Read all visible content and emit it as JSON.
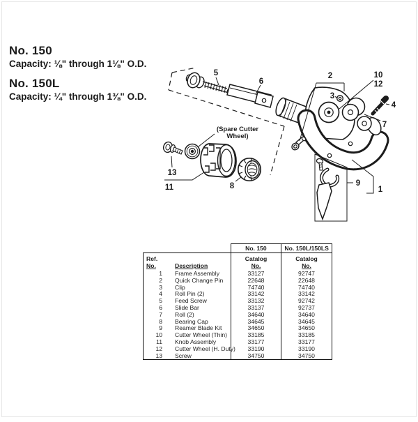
{
  "models": [
    {
      "name": "No. 150",
      "capacity": "Capacity: ⅛\" through 1⅛\" O.D."
    },
    {
      "name": "No. 150L",
      "capacity": "Capacity: ¼\" through 1⅜\" O.D."
    }
  ],
  "diagram": {
    "spare_label": [
      "(Spare Cutter",
      "Wheel)"
    ],
    "callouts": {
      "c1": "1",
      "c2": "2",
      "c3": "3",
      "c4": "4",
      "c5": "5",
      "c6": "6",
      "c7": "7",
      "c8": "8",
      "c9": "9",
      "c10": "10",
      "c11": "11",
      "c12": "12",
      "c13": "13"
    }
  },
  "table": {
    "model_headers": [
      "No. 150",
      "No. 150L/150LS"
    ],
    "head": {
      "ref_line1": "Ref.",
      "ref_line2": "No.",
      "description": "Description",
      "catalog": "Catalog",
      "catalog_no": "No."
    },
    "rows": [
      {
        "ref": "1",
        "description": "Frame Assembly",
        "cat150": "33127",
        "cat150l": "92747"
      },
      {
        "ref": "2",
        "description": "Quick Change Pin",
        "cat150": "22648",
        "cat150l": "22648"
      },
      {
        "ref": "3",
        "description": "Clip",
        "cat150": "74740",
        "cat150l": "74740"
      },
      {
        "ref": "4",
        "description": "Roll Pin (2)",
        "cat150": "33142",
        "cat150l": "33142"
      },
      {
        "ref": "5",
        "description": "Feed Screw",
        "cat150": "33132",
        "cat150l": "92742"
      },
      {
        "ref": "6",
        "description": "Slide Bar",
        "cat150": "33137",
        "cat150l": "92737"
      },
      {
        "ref": "7",
        "description": "Roll (2)",
        "cat150": "34640",
        "cat150l": "34640"
      },
      {
        "ref": "8",
        "description": "Bearing Cap",
        "cat150": "34645",
        "cat150l": "34645"
      },
      {
        "ref": "9",
        "description": "Reamer Blade Kit",
        "cat150": "34650",
        "cat150l": "34650"
      },
      {
        "ref": "10",
        "description": "Cutter Wheel (Thin)",
        "cat150": "33185",
        "cat150l": "33185"
      },
      {
        "ref": "11",
        "description": "Knob Assembly",
        "cat150": "33177",
        "cat150l": "33177"
      },
      {
        "ref": "12",
        "description": "Cutter Wheel (H. Duty)",
        "cat150": "33190",
        "cat150l": "33190"
      },
      {
        "ref": "13",
        "description": "Screw",
        "cat150": "34750",
        "cat150l": "34750"
      }
    ]
  }
}
